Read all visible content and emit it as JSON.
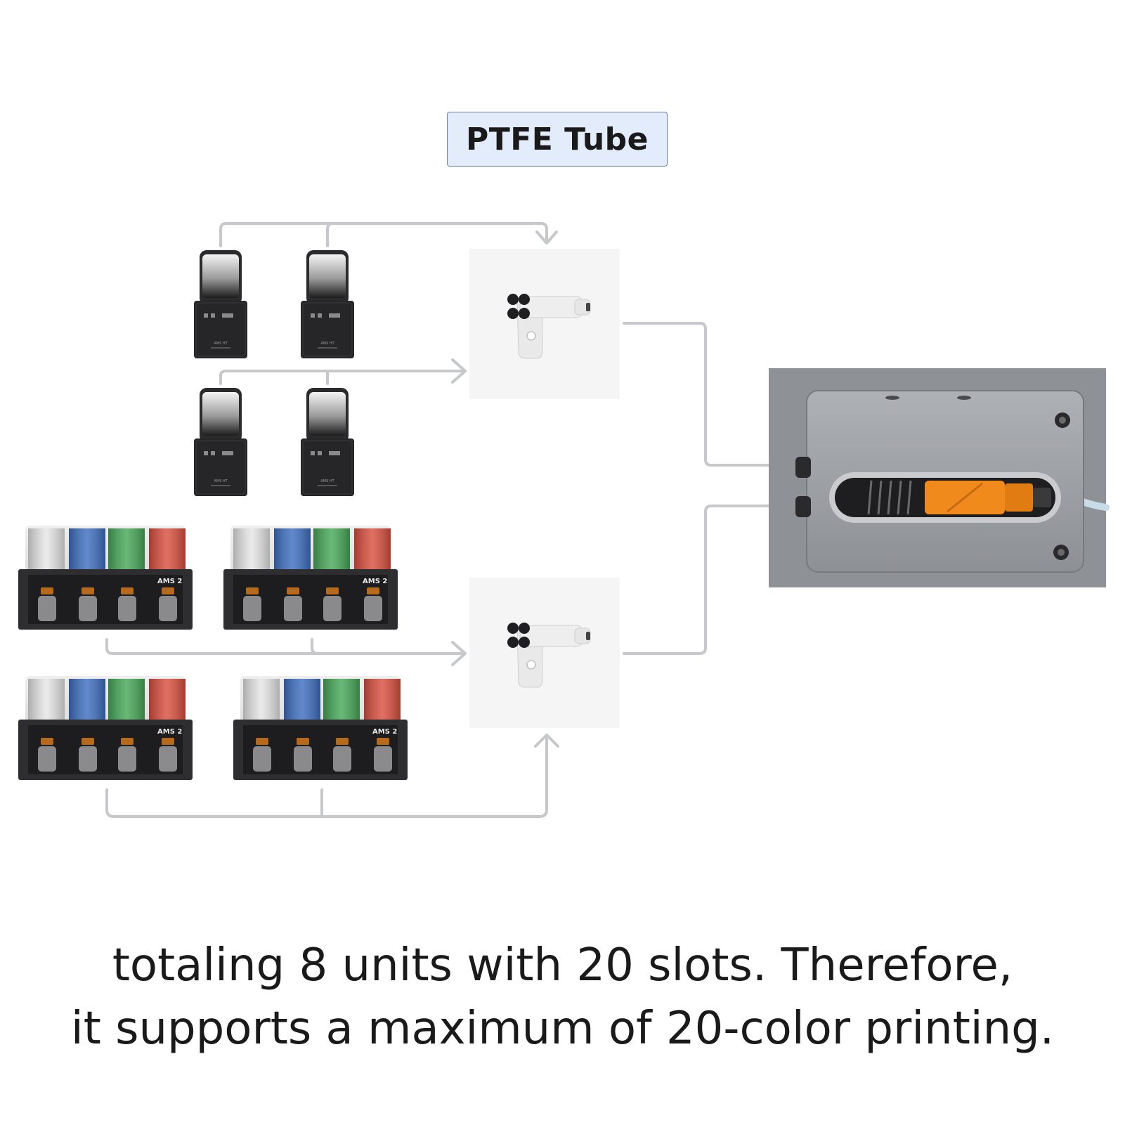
{
  "legend": {
    "label": "PTFE Tube",
    "line_color": "#c6c8cc"
  },
  "caption": {
    "line1": "totaling 8 units with 20 slots. Therefore,",
    "line2": "it supports a maximum of 20-color printing."
  },
  "units": {
    "ams_ht": {
      "label": "AMS HT",
      "count": 4,
      "slots_each": 1
    },
    "ams_2": {
      "label": "AMS 2",
      "count": 4,
      "slots_each": 4,
      "spool_colors": [
        "#e6e6e6",
        "#3f6fc0",
        "#48a85a",
        "#d9503f"
      ]
    }
  },
  "hubs": {
    "count": 2
  },
  "toolhead": {
    "inputs": 2
  },
  "colors": {
    "accent_orange": "#f08a1c",
    "device_black": "#2a2a2c",
    "toolhead_metal": "#9ea1a6"
  }
}
